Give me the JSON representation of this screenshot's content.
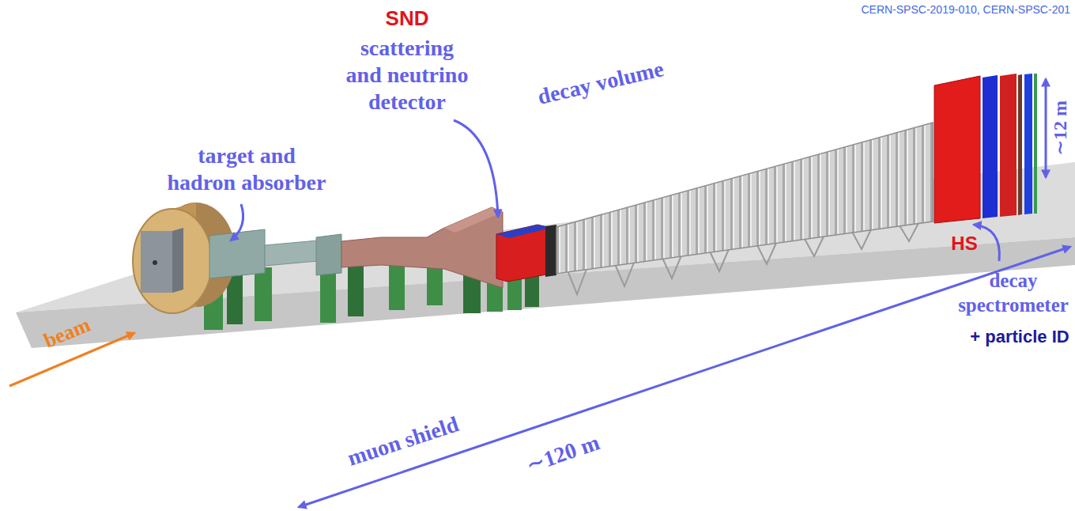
{
  "diagram": {
    "labels": [
      "CERN-SPSC-2019-010, CERN-SPSC-201",
      "SND",
      "scattering and neutrino detector",
      "target and hadron absorber",
      "decay volume",
      "∼12 m",
      "beam",
      "muon shield",
      "∼120 m",
      "HS",
      "decay spectrometer",
      "+ particle ID"
    ]
  }
}
